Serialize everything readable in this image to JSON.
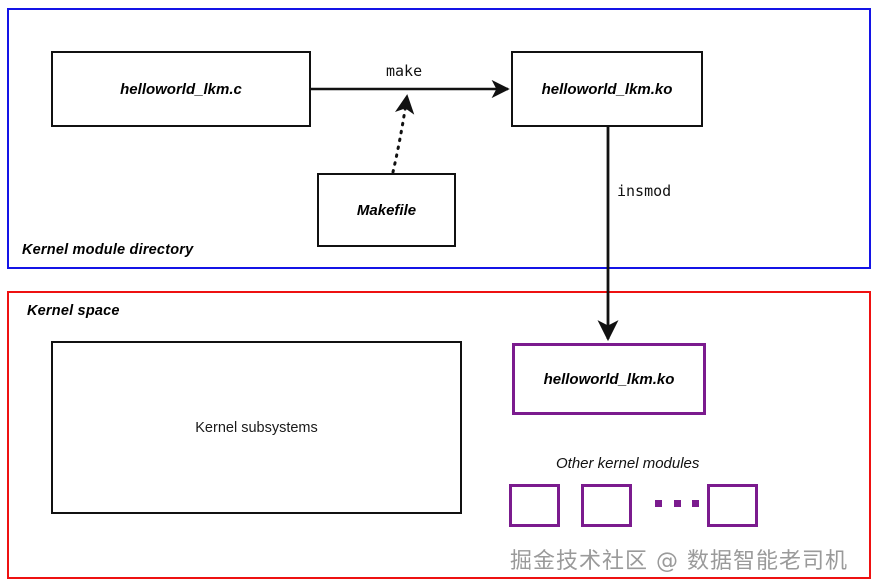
{
  "regions": {
    "user": {
      "label": "Kernel module directory",
      "border_color": "#1414e6"
    },
    "kernel": {
      "label": "Kernel space",
      "border_color": "#ee1111"
    }
  },
  "boxes": {
    "source": {
      "label": "helloworld_lkm.c",
      "border_color": "#111111"
    },
    "object_user": {
      "label": "helloworld_lkm.ko",
      "border_color": "#111111"
    },
    "makefile": {
      "label": "Makefile",
      "border_color": "#111111"
    },
    "subsystems": {
      "label": "Kernel subsystems",
      "border_color": "#111111"
    },
    "object_kernel": {
      "label": "helloworld_lkm.ko",
      "border_color": "#7b1b8e"
    }
  },
  "other_modules": {
    "label": "Other kernel modules",
    "box_color": "#7b1b8e",
    "count_shown": 3,
    "ellipsis": "..."
  },
  "edges": {
    "make": {
      "label": "make",
      "style": "solid",
      "from": "source",
      "to": "object_user"
    },
    "makefile_hint": {
      "label": "",
      "style": "dotted",
      "from": "makefile",
      "to": "make"
    },
    "insmod": {
      "label": "insmod",
      "style": "solid",
      "from": "object_user",
      "to": "object_kernel"
    }
  },
  "watermark": {
    "text": "掘金技术社区 @ 数据智能老司机",
    "color": "#9a9a9a"
  }
}
